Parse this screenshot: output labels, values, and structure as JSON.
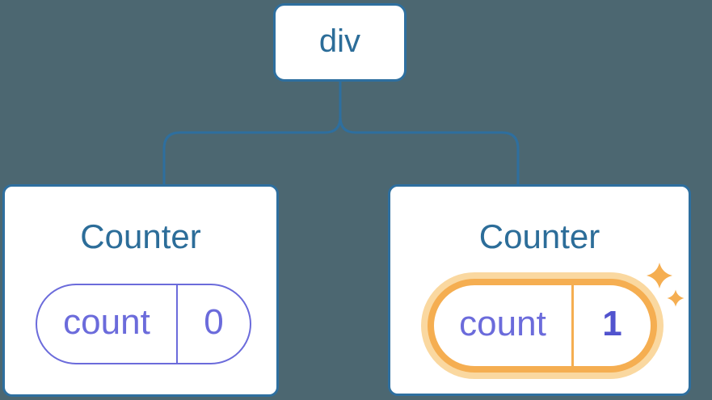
{
  "colors": {
    "background": "#4C6771",
    "card_bg": "#FFFFFF",
    "blue_stroke": "#2E6F9F",
    "blue_text": "#2C6D99",
    "purple": "#6B6BDB",
    "purple_bold": "#5153CE",
    "orange": "#F5AE51",
    "orange_glow": "#FAD8A0"
  },
  "tree": {
    "root": {
      "label": "div"
    },
    "children": [
      {
        "title": "Counter",
        "state": {
          "key": "count",
          "value": "0"
        },
        "highlighted": false
      },
      {
        "title": "Counter",
        "state": {
          "key": "count",
          "value": "1"
        },
        "highlighted": true,
        "icon": "sparkles-icon"
      }
    ]
  }
}
